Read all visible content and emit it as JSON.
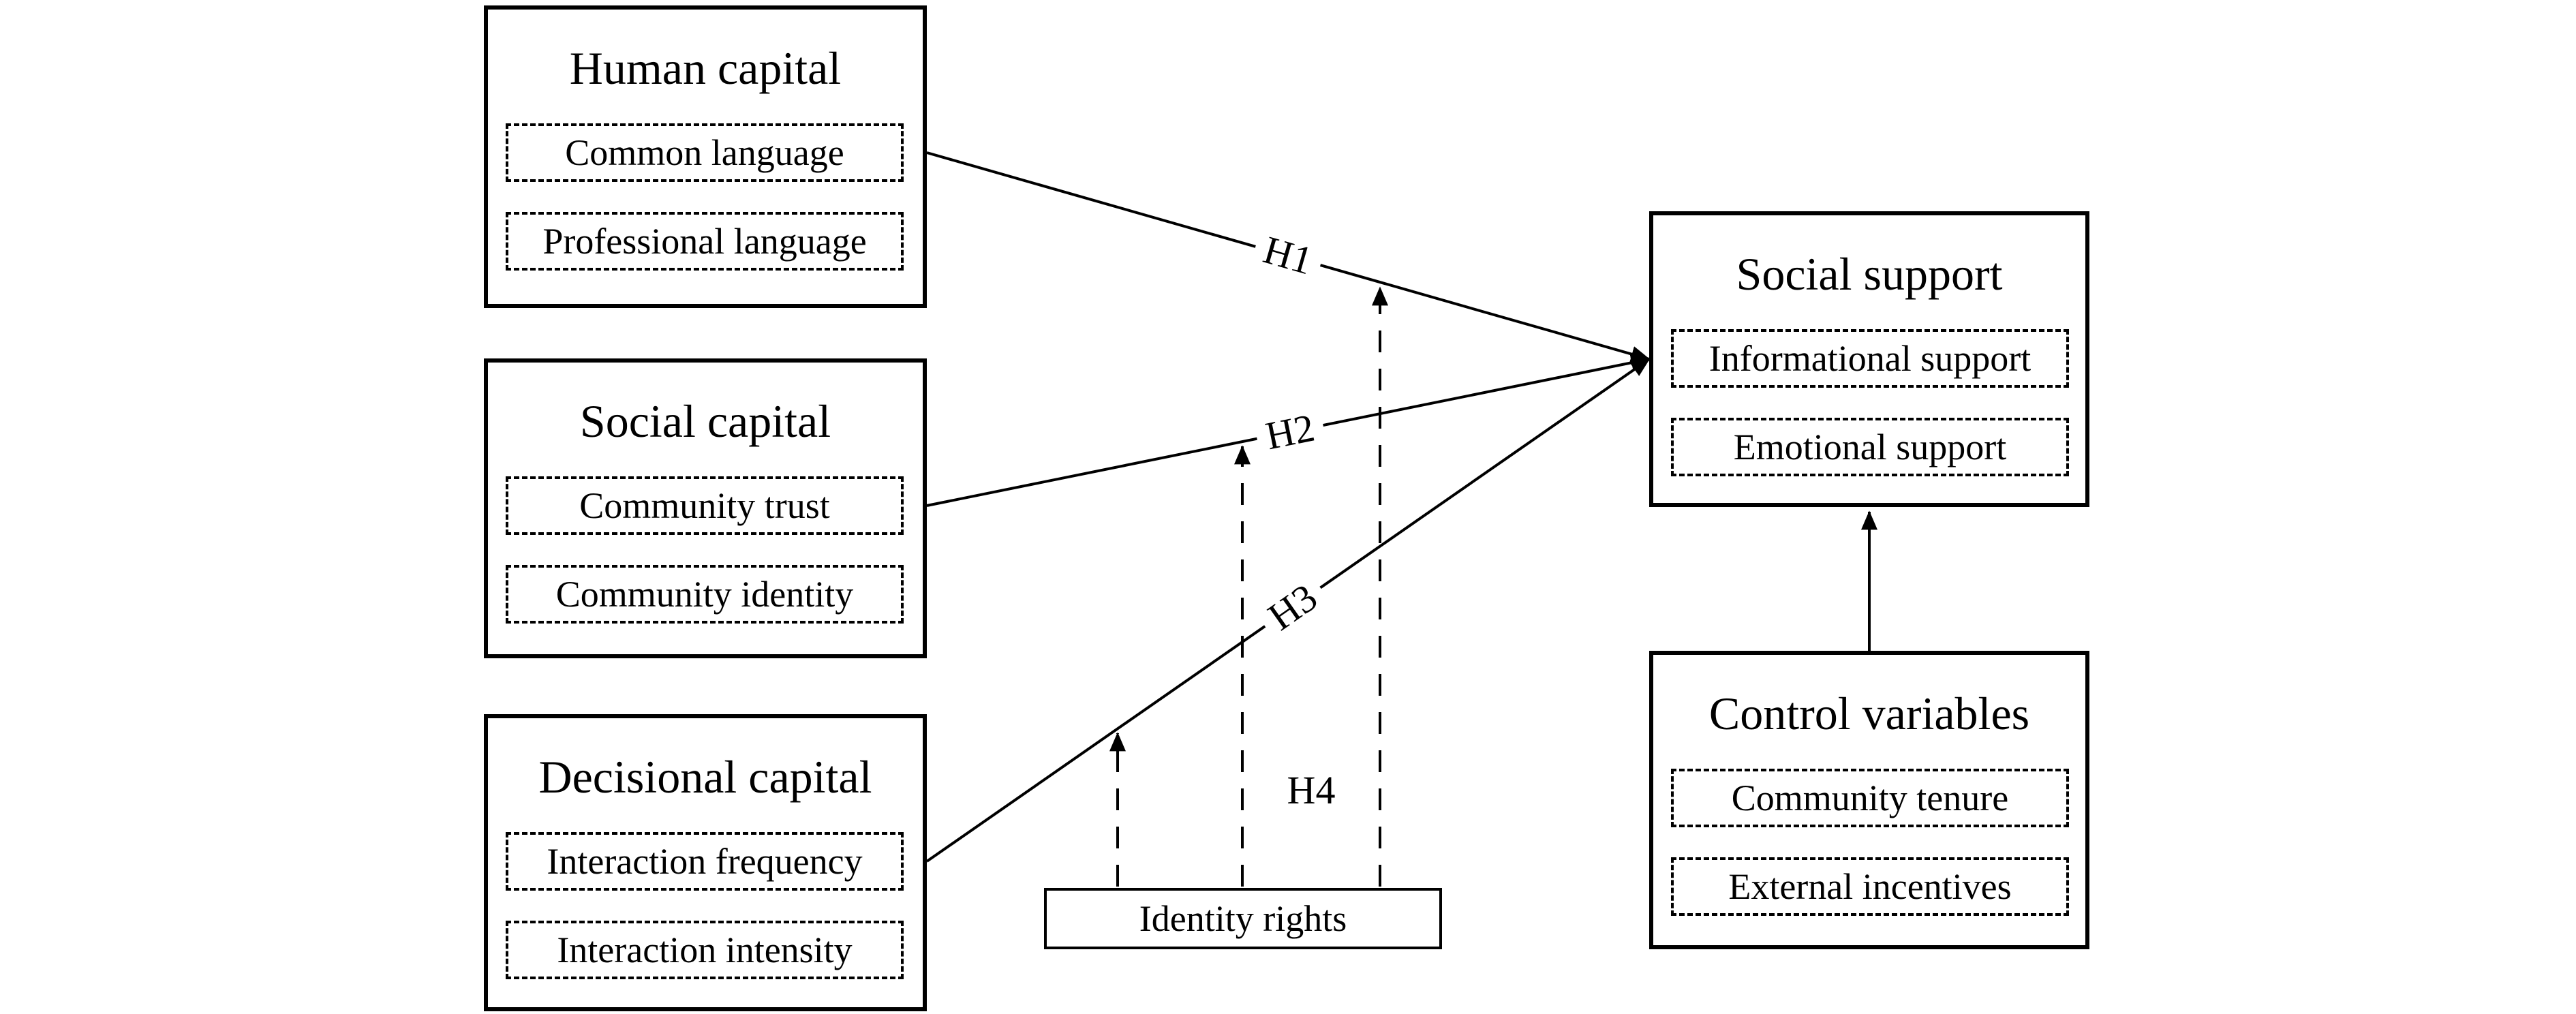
{
  "figure": {
    "background_color": "#ffffff",
    "line_color": "#000000",
    "description": "Research model diagram: three capital constructs linked to social support, moderated by identity rights, with control variables"
  },
  "boxes": {
    "human_capital": {
      "title": "Human capital",
      "items": [
        "Common language",
        "Professional language"
      ]
    },
    "social_capital": {
      "title": "Social capital",
      "items": [
        "Community trust",
        "Community identity"
      ]
    },
    "decisional_capital": {
      "title": "Decisional capital",
      "items": [
        "Interaction frequency",
        "Interaction intensity"
      ]
    },
    "social_support": {
      "title": "Social support",
      "items": [
        "Informational support",
        "Emotional support"
      ]
    },
    "control_variables": {
      "title": "Control variables",
      "items": [
        "Community tenure",
        "External incentives"
      ]
    },
    "identity_rights": {
      "title": "Identity rights"
    }
  },
  "hypotheses": {
    "h1": "H1",
    "h2": "H2",
    "h3": "H3",
    "h4": "H4"
  }
}
